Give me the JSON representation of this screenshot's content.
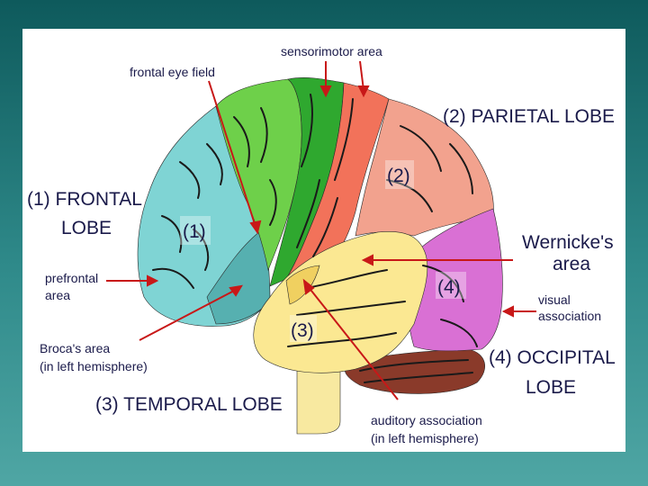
{
  "colors": {
    "frontal": "#7fd4d4",
    "frontal_dark": "#56b0b0",
    "frontal_eye": "#6ed04a",
    "precentral": "#2fa82f",
    "sensorimotor": "#f2725a",
    "parietal": "#f2a28e",
    "occipital": "#d970d4",
    "temporal": "#fbe892",
    "auditory": "#f0d060",
    "cerebellum": "#8a3a2a",
    "stem": "#f8e9a0",
    "arrow": "#c81818",
    "label": "#1a1a4a"
  },
  "labels": {
    "sensorimotor": "sensorimotor area",
    "frontal_eye_field": "frontal eye field",
    "parietal_lobe": "(2) PARIETAL LOBE",
    "frontal_lobe_line1": "(1) FRONTAL",
    "frontal_lobe_line2": "LOBE",
    "prefrontal_line1": "prefrontal",
    "prefrontal_line2": "area",
    "wernicke_line1": "Wernicke's",
    "wernicke_line2": "area",
    "visual_line1": "visual",
    "visual_line2": "association",
    "broca_line1": "Broca's area",
    "broca_line2": "(in left hemisphere)",
    "temporal_lobe": "(3) TEMPORAL LOBE",
    "occipital_line1": "(4) OCCIPITAL",
    "occipital_line2": "LOBE",
    "auditory_line1": "auditory association",
    "auditory_line2": "(in left hemisphere)",
    "num1": "(1)",
    "num2": "(2)",
    "num3": "(3)",
    "num4": "(4)"
  }
}
